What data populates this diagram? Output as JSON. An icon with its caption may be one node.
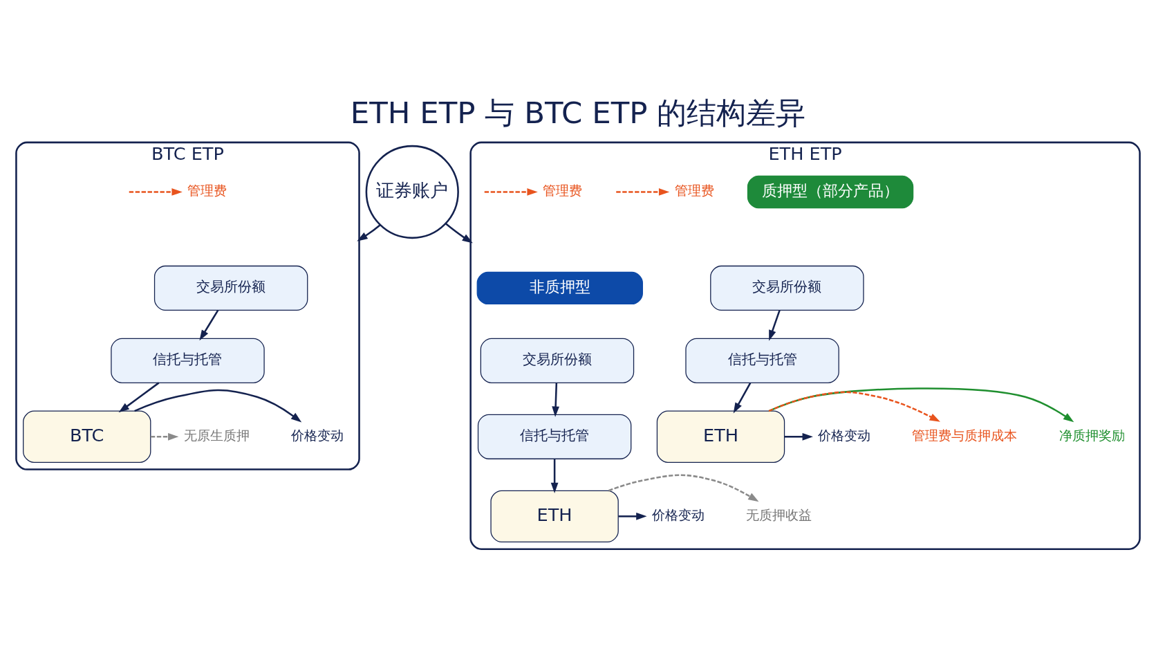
{
  "diagram": {
    "title": "ETH ETP 与 BTC ETP 的结构差异",
    "nodes": [
      {
        "text": [
          "证券账户"
        ]
      },
      {
        "text": [
          "BTC ETP"
        ]
      },
      {
        "text": [
          "交易所份额"
        ],
        "in": 1
      },
      {
        "text": [
          "信托与托管"
        ],
        "in": 1
      },
      {
        "text": [
          "BTC"
        ],
        "in": 1
      },
      {
        "text": [
          "管理费"
        ],
        "in": 1
      },
      {
        "text": [
          "价格变动"
        ],
        "in": 1
      },
      {
        "text": [
          "无原生质押"
        ],
        "in": 1
      },
      {
        "text": [
          "ETH ETP"
        ]
      },
      {
        "text": [
          "非质押型"
        ],
        "in": 8
      },
      {
        "text": [
          "交易所份额"
        ],
        "in": 8
      },
      {
        "text": [
          "信托与托管"
        ],
        "in": 8
      },
      {
        "text": [
          "ETH"
        ],
        "in": 8
      },
      {
        "text": [
          "管理费"
        ],
        "in": 8
      },
      {
        "text": [
          "价格变动"
        ],
        "in": 8
      },
      {
        "text": [
          "无质押收益"
        ],
        "in": 8
      },
      {
        "text": [
          "质押型（部分产品）"
        ],
        "in": 8
      },
      {
        "text": [
          "交易所份额"
        ],
        "in": 8
      },
      {
        "text": [
          "信托与托管"
        ],
        "in": 8
      },
      {
        "text": [
          "ETH"
        ],
        "in": 8
      },
      {
        "text": [
          "管理费"
        ],
        "in": 8
      },
      {
        "text": [
          "价格变动"
        ],
        "in": 8
      },
      {
        "text": [
          "净质押奖励"
        ],
        "in": 8
      },
      {
        "text": [
          "管理费与质押成本"
        ],
        "in": 8
      }
    ],
    "edges": [
      {
        "from": 0,
        "to": 1,
        "arrow": "to"
      },
      {
        "from": 0,
        "to": 8,
        "arrow": "to"
      },
      {
        "from": 2,
        "to": 3,
        "arrow": "to"
      },
      {
        "from": 3,
        "to": 4,
        "arrow": "to"
      },
      {
        "from": null,
        "to": 5,
        "arrow": "to",
        "style": "dashed",
        "color": "#e8541e"
      },
      {
        "from": 4,
        "to": 6,
        "arrow": "to"
      },
      {
        "from": 4,
        "to": 7,
        "arrow": "to",
        "style": "dashed",
        "color": "#8a8a8a"
      },
      {
        "from": 10,
        "to": 11,
        "arrow": "to"
      },
      {
        "from": 11,
        "to": 12,
        "arrow": "to"
      },
      {
        "from": null,
        "to": 13,
        "arrow": "to",
        "style": "dashed",
        "color": "#e8541e"
      },
      {
        "from": 12,
        "to": 14,
        "arrow": "to"
      },
      {
        "from": 12,
        "to": 15,
        "arrow": "to",
        "style": "dashed",
        "color": "#8a8a8a"
      },
      {
        "from": 17,
        "to": 18,
        "arrow": "to"
      },
      {
        "from": 18,
        "to": 19,
        "arrow": "to"
      },
      {
        "from": null,
        "to": 20,
        "arrow": "to",
        "style": "dashed",
        "color": "#e8541e"
      },
      {
        "from": 19,
        "to": 21,
        "arrow": "to"
      },
      {
        "from": 19,
        "to": 22,
        "arrow": "to",
        "color": "#1f8f2f"
      },
      {
        "from": 19,
        "to": 23,
        "arrow": "to",
        "style": "dashed",
        "color": "#e8541e"
      }
    ]
  }
}
